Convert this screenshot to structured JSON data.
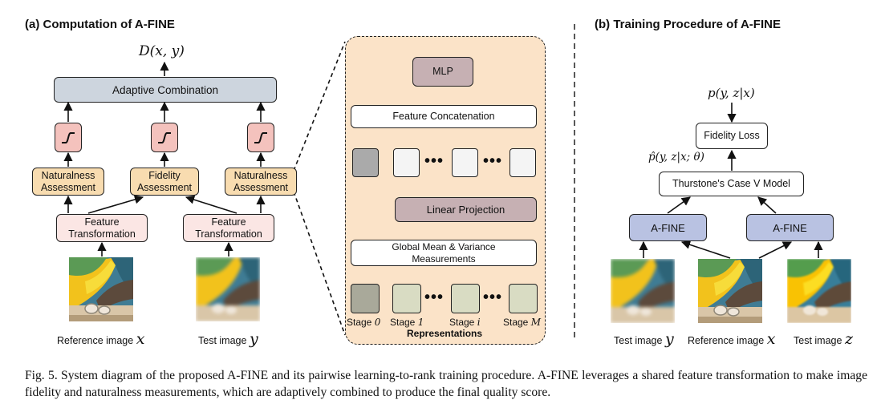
{
  "panel_a": {
    "title": "(a) Computation of A-FINE",
    "output": "D(x, y)",
    "adaptive_combination": "Adaptive Combination",
    "naturalness_assessment_left": "Naturalness Assessment",
    "fidelity_assessment": "Fidelity Assessment",
    "naturalness_assessment_right": "Naturalness Assessment",
    "feature_transformation_left": "Feature Transformation",
    "feature_transformation_right": "Feature Transformation",
    "reference_label": "Reference image",
    "reference_var": "x",
    "test_label": "Test image",
    "test_var": "y"
  },
  "zoom": {
    "mlp": "MLP",
    "feature_concatenation": "Feature Concatenation",
    "linear_projection": "Linear Projection",
    "global_measurements": "Global Mean & Variance Measurements",
    "stage_word": "Stage",
    "stage_0": "0",
    "stage_1": "1",
    "stage_i": "i",
    "stage_M": "M",
    "representations": "Representations"
  },
  "panel_b": {
    "title": "(b) Training Procedure of A-FINE",
    "probability": "p(y, z|x)",
    "fidelity_loss": "Fidelity Loss",
    "estimate": "p̂(y, z|x; θ)",
    "thurstone": "Thurstone's Case V Model",
    "afine_left": "A-FINE",
    "afine_right": "A-FINE",
    "test_y_label": "Test image",
    "test_y_var": "y",
    "reference_label": "Reference image",
    "reference_var": "x",
    "test_z_label": "Test image",
    "test_z_var": "z"
  },
  "caption": "Fig. 5. System diagram of the proposed A-FINE and its pairwise learning-to-rank training procedure. A-FINE leverages a shared feature transformation to make image fidelity and naturalness measurements, which are adaptively combined to produce the final quality score.",
  "colors": {
    "gray_blue": "#cdd5de",
    "salmon": "#f4c2bd",
    "peach": "#f8dcb0",
    "light_pink": "#fbe6e4",
    "zoom_bg": "#fbe3c8",
    "mauve": "#c6b0b3",
    "lavender": "#b9c2e2",
    "stage_dark": "#a9a99a",
    "stage_light": "#d9dcc3"
  },
  "icons": {
    "sigmoid": "sigmoid-icon",
    "image": "parrot-image"
  }
}
